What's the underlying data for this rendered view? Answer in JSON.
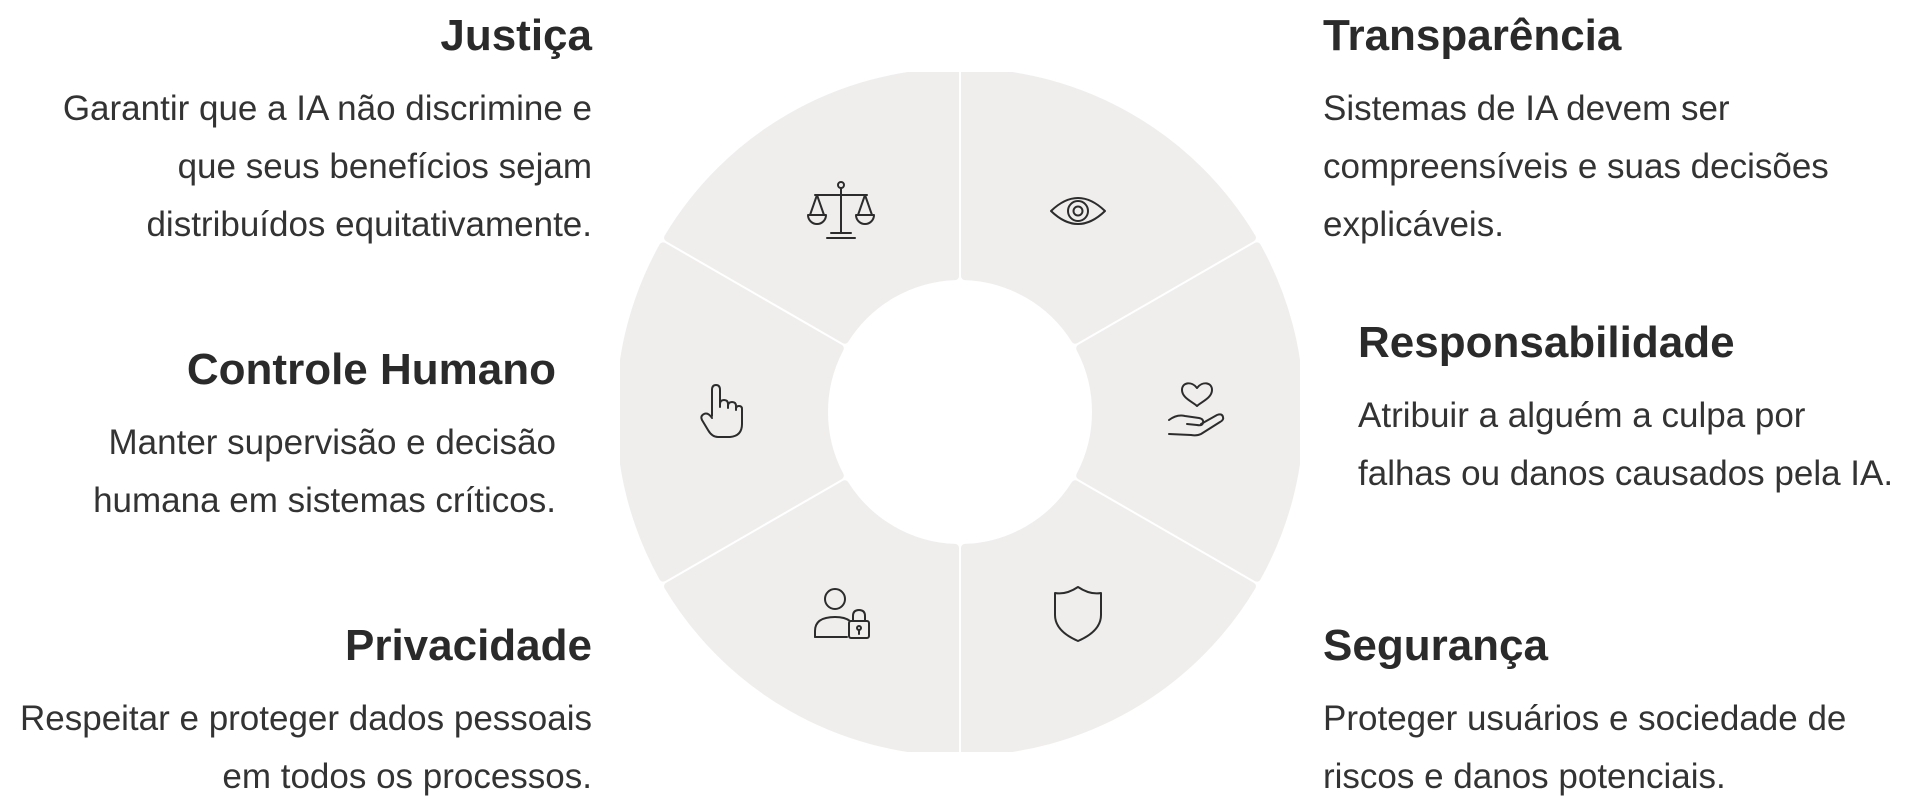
{
  "principles": {
    "justica": {
      "title": "Justiça",
      "description": "Garantir que a IA não discrimine e que seus benefícios sejam distribuídos equitativamente.",
      "icon": "scale-icon"
    },
    "transparencia": {
      "title": "Transparência",
      "description": "Sistemas de IA devem ser compreensíveis e suas decisões explicáveis.",
      "icon": "eye-icon"
    },
    "controle_humano": {
      "title": "Controle Humano",
      "description": "Manter supervisão e decisão humana em sistemas críticos.",
      "icon": "pointing-hand-icon"
    },
    "responsabilidade": {
      "title": "Responsabilidade",
      "description": "Atribuir a alguém a culpa por falhas ou danos causados pela IA.",
      "icon": "heart-in-hand-icon"
    },
    "privacidade": {
      "title": "Privacidade",
      "description": "Respeitar e proteger dados pessoais em todos os processos.",
      "icon": "user-lock-icon"
    },
    "seguranca": {
      "title": "Segurança",
      "description": "Proteger usuários e sociedade de riscos e danos potenciais.",
      "icon": "shield-icon"
    }
  },
  "colors": {
    "segment_fill": "#f0eeed",
    "text": "#2a2a2a",
    "icon_stroke": "#2c2c2c"
  }
}
